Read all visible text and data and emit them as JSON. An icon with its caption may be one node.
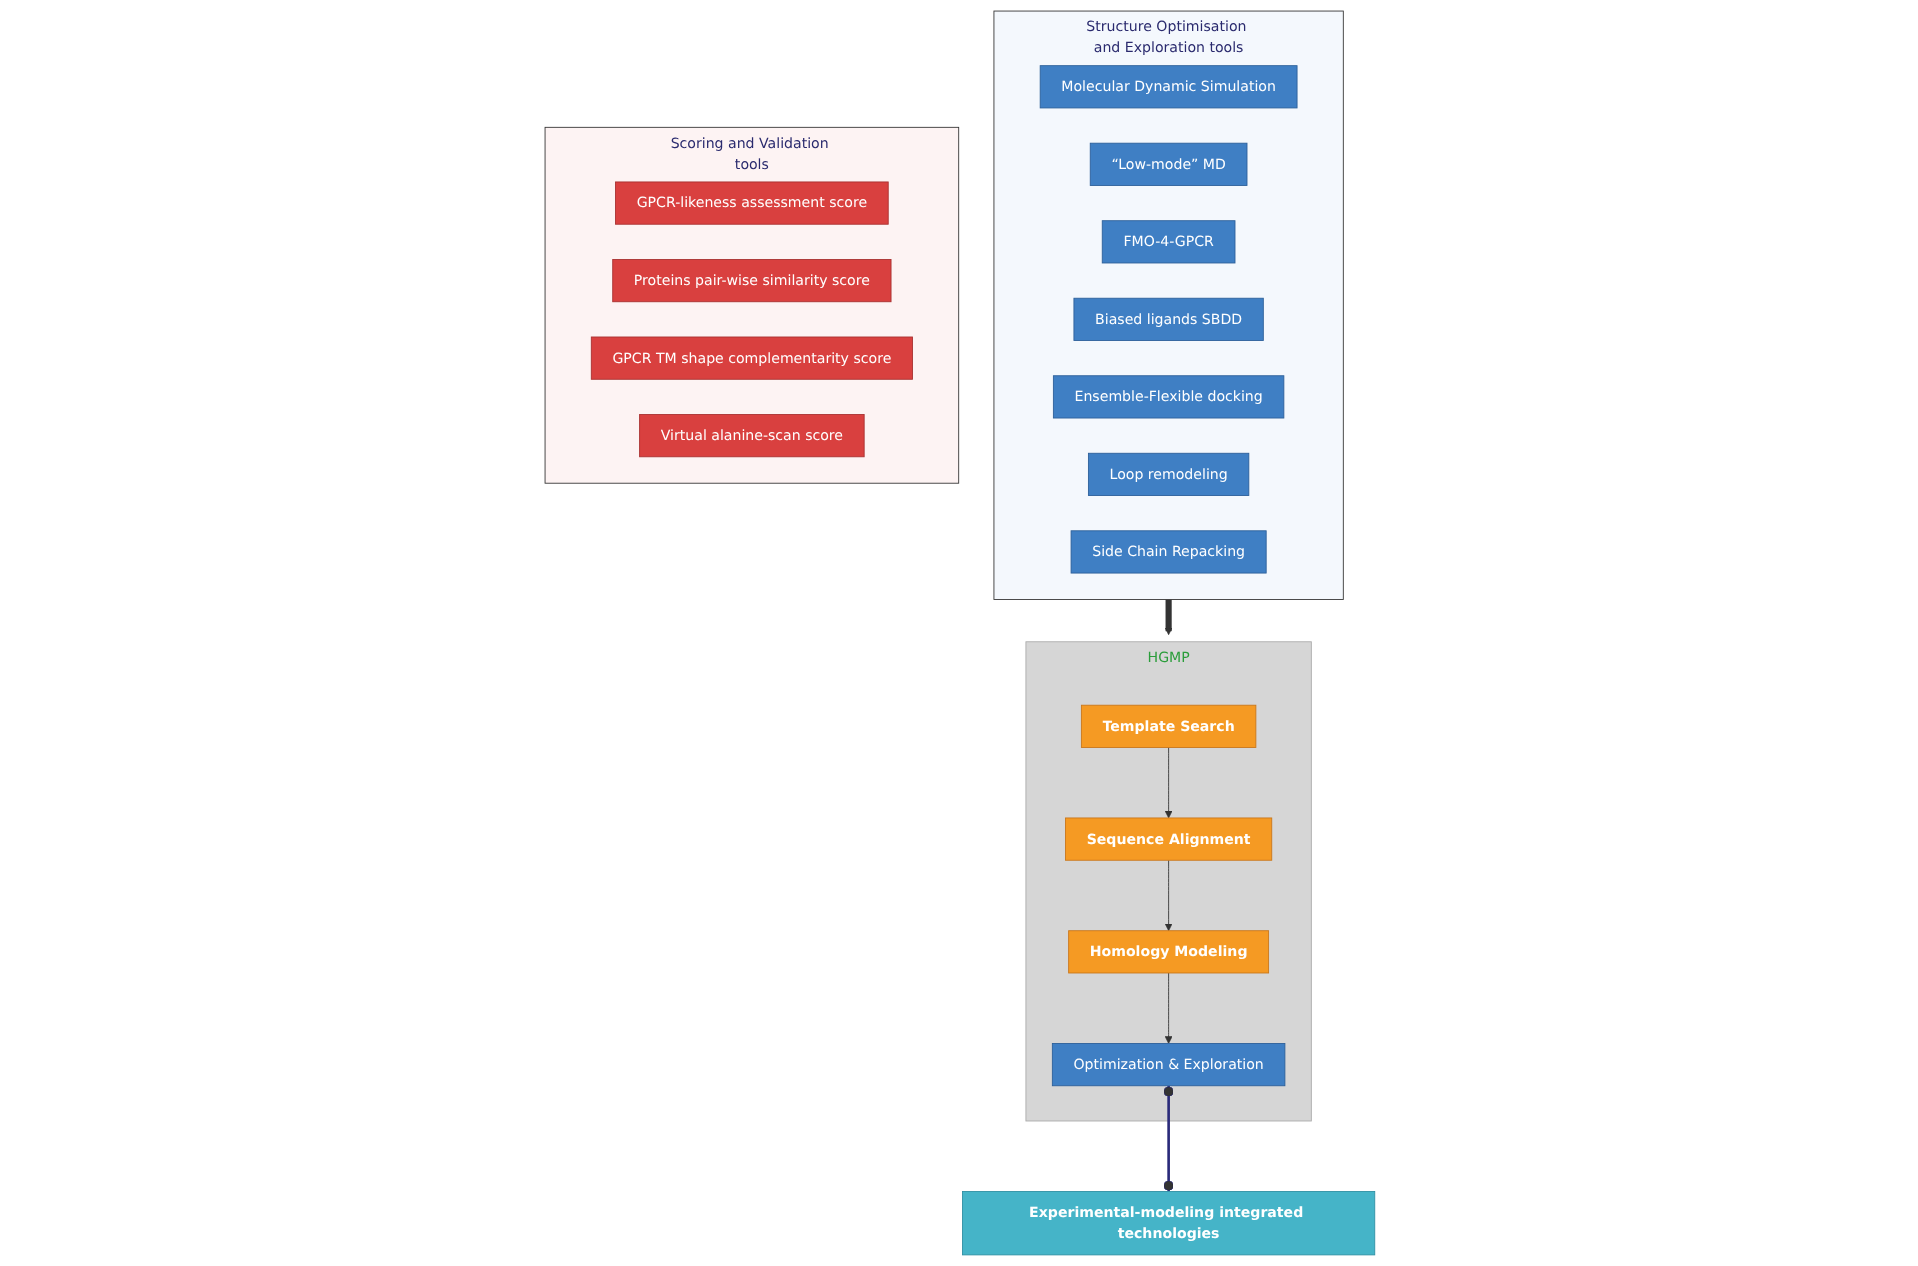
{
  "diagram": {
    "nodes": [
      {
        "text": [
          "Structure Optimisation and Exploration tools"
        ]
      },
      {
        "text": [
          "Molecular Dynamic Simulation"
        ],
        "in": 0
      },
      {
        "text": [
          "“Low-mode” MD"
        ],
        "in": 0
      },
      {
        "text": [
          "FMO-4-GPCR"
        ],
        "in": 0
      },
      {
        "text": [
          "Biased ligands SBDD"
        ],
        "in": 0
      },
      {
        "text": [
          "Ensemble-Flexible docking"
        ],
        "in": 0
      },
      {
        "text": [
          "Loop remodeling"
        ],
        "in": 0
      },
      {
        "text": [
          "Side Chain Repacking"
        ],
        "in": 0
      },
      {
        "text": [
          "HGMP"
        ]
      },
      {
        "text": [
          "Template Search"
        ],
        "in": 8
      },
      {
        "text": [
          "Sequence Alignment"
        ],
        "in": 8
      },
      {
        "text": [
          "Homology Modeling"
        ],
        "in": 8
      },
      {
        "text": [
          "Optimization & Exploration"
        ],
        "in": 8
      },
      {
        "text": [
          "Experimental-modeling integrated technologies"
        ]
      },
      {
        "text": [
          "Scoring and Validation tools"
        ]
      },
      {
        "text": [
          "GPCR-likeness assessment score"
        ],
        "in": 14
      },
      {
        "text": [
          "Proteins pair-wise similarity score"
        ],
        "in": 14
      },
      {
        "text": [
          "GPCR TM shape complementarity score"
        ],
        "in": 14
      },
      {
        "text": [
          "Virtual alanine-scan score"
        ],
        "in": 14
      }
    ],
    "edges": [
      {
        "from": 0,
        "to": 8,
        "arrow": "to",
        "style": "thick"
      },
      {
        "from": 9,
        "to": 10,
        "arrow": "to"
      },
      {
        "from": 10,
        "to": 11,
        "arrow": "to"
      },
      {
        "from": 11,
        "to": 12,
        "arrow": "to"
      },
      {
        "from": 12,
        "to": 13,
        "arrow": "other",
        "color": "#2a2a7a"
      }
    ]
  }
}
